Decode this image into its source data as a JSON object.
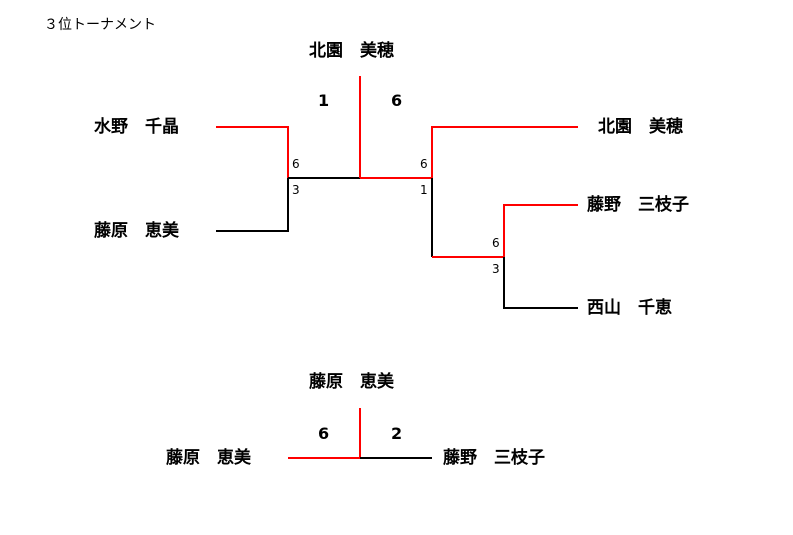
{
  "title": "３位トーナメント",
  "colors": {
    "winner_line": "#ff0000",
    "loser_line": "#000000"
  },
  "main_bracket": {
    "champion": "北園　美穂",
    "final_scores": {
      "left": "1",
      "right": "6"
    },
    "players": {
      "p1": "水野　千晶",
      "p2": "藤原　恵美",
      "p3": "北園　美穂",
      "p4": "藤野　三枝子",
      "p5": "西山　千恵"
    },
    "match_scores": {
      "left_top": "6",
      "left_bottom": "3",
      "right_top": "6",
      "right_bottom": "1",
      "sub_top": "6",
      "sub_bottom": "3"
    }
  },
  "third_place": {
    "winner": "藤原　恵美",
    "left_player": "藤原　恵美",
    "right_player": "藤野　三枝子",
    "score_left": "6",
    "score_right": "2"
  }
}
